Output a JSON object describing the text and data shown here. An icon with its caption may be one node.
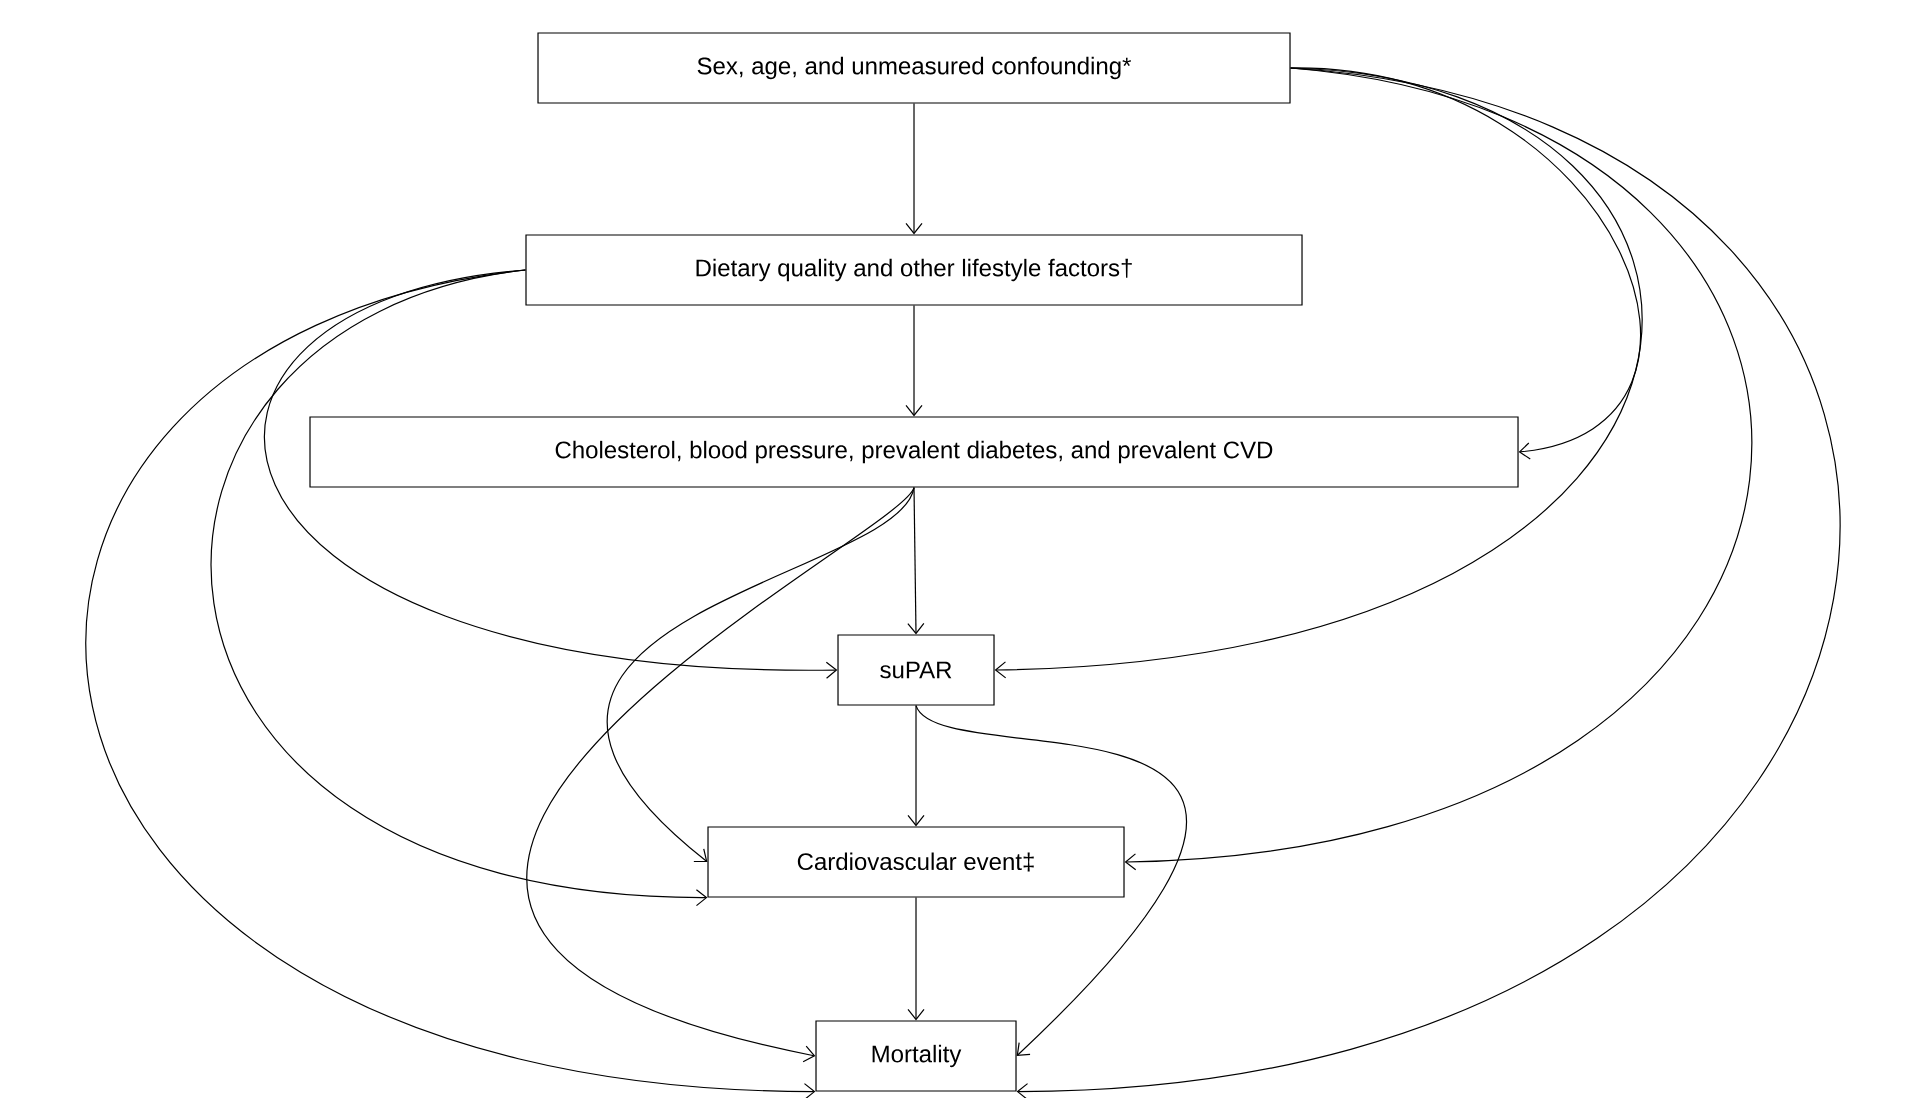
{
  "diagram": {
    "nodes": [
      {
        "text": [
          "Sex, age, and unmeasured confounding*"
        ]
      },
      {
        "text": [
          "Dietary quality and other lifestyle factors†"
        ]
      },
      {
        "text": [
          "Cholesterol, blood pressure, prevalent diabetes, and prevalent CVD"
        ]
      },
      {
        "text": [
          "suPAR"
        ]
      },
      {
        "text": [
          "Cardiovascular event‡"
        ]
      },
      {
        "text": [
          "Mortality"
        ]
      }
    ],
    "edges": [
      {
        "from": 0,
        "to": 1,
        "arrow": "to"
      },
      {
        "from": 0,
        "to": 2,
        "arrow": "to"
      },
      {
        "from": 0,
        "to": 3,
        "arrow": "to"
      },
      {
        "from": 0,
        "to": 4,
        "arrow": "to"
      },
      {
        "from": 0,
        "to": 5,
        "arrow": "to"
      },
      {
        "from": 1,
        "to": 2,
        "arrow": "to"
      },
      {
        "from": 1,
        "to": 3,
        "arrow": "to"
      },
      {
        "from": 1,
        "to": 4,
        "arrow": "to"
      },
      {
        "from": 1,
        "to": 5,
        "arrow": "to"
      },
      {
        "from": 2,
        "to": 3,
        "arrow": "to"
      },
      {
        "from": 2,
        "to": 4,
        "arrow": "to"
      },
      {
        "from": 2,
        "to": 5,
        "arrow": "to"
      },
      {
        "from": 3,
        "to": 4,
        "arrow": "to"
      },
      {
        "from": 3,
        "to": 5,
        "arrow": "to"
      },
      {
        "from": 4,
        "to": 5,
        "arrow": "to"
      }
    ]
  }
}
